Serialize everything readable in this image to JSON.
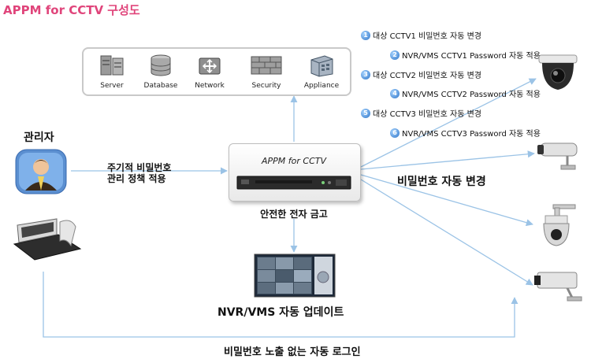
{
  "title": "APPM for CCTV 구성도",
  "infra": {
    "items": [
      {
        "label": "Server",
        "icon": "server-icon"
      },
      {
        "label": "Database",
        "icon": "database-icon"
      },
      {
        "label": "Network",
        "icon": "network-icon"
      },
      {
        "label": "Security",
        "icon": "firewall-icon"
      },
      {
        "label": "Appliance",
        "icon": "appliance-icon"
      }
    ]
  },
  "admin": {
    "label": "관리자"
  },
  "policy": {
    "line1": "주기적 비밀번호",
    "line2": "관리 정책 적용"
  },
  "appm": {
    "label": "APPM for CCTV",
    "safe_label": "안전한 전자 금고"
  },
  "steps": [
    {
      "num": "1",
      "text": "대상 CCTV1 비밀번호 자동 변경"
    },
    {
      "num": "2",
      "text": "NVR/VMS CCTV1 Password 자동 적용"
    },
    {
      "num": "3",
      "text": "대상 CCTV2 비밀번호 자동 변경"
    },
    {
      "num": "4",
      "text": "NVR/VMS CCTV2 Password 자동 적용"
    },
    {
      "num": "5",
      "text": "대상 CCTV3 비밀번호 자동 변경"
    },
    {
      "num": "6",
      "text": "NVR/VMS CCTV3 Password 자동 적용"
    }
  ],
  "pw_change_label": "비밀번호 자동 변경",
  "nvr_update_label": "NVR/VMS 자동 업데이트",
  "auto_login_label": "비밀번호 노출 없는 자동 로그인",
  "colors": {
    "title": "#e0457b",
    "arrow": "#9bc3e6",
    "step_badge": "#2c73c7"
  }
}
